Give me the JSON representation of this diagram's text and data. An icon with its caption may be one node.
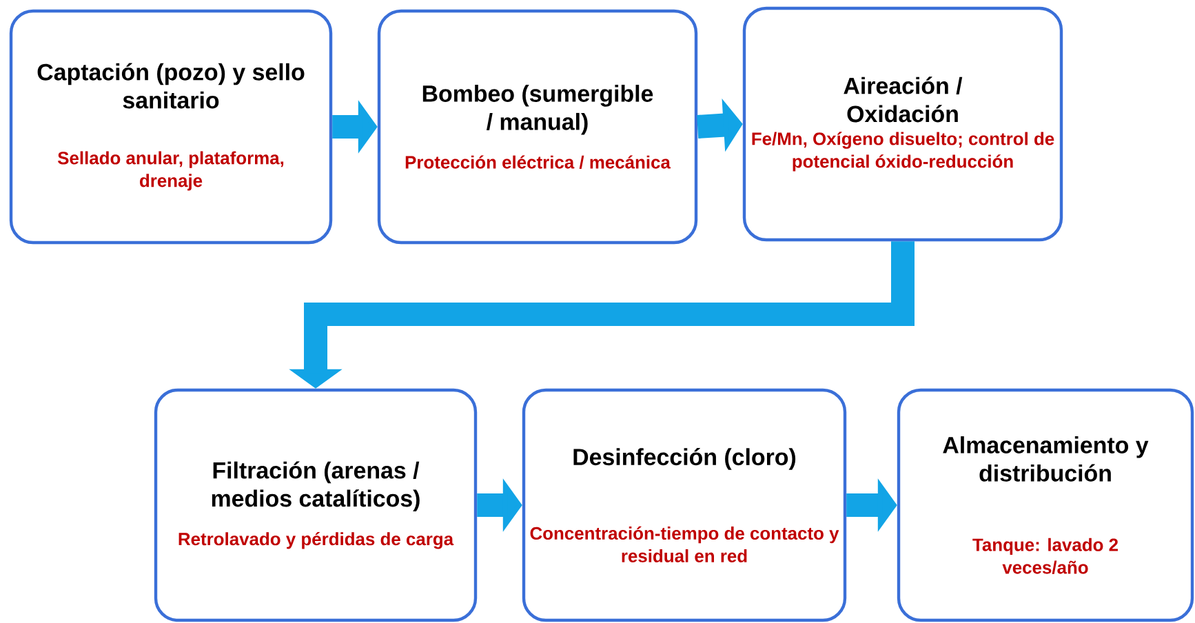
{
  "diagram": {
    "nodes": [
      {
        "text": [
          "Captación (pozo) y sello sanitario",
          "Sellado anular, plataforma, drenaje"
        ]
      },
      {
        "text": [
          "Bombeo (sumergible / manual)",
          "Protección eléctrica / mecánica"
        ]
      },
      {
        "text": [
          "Aireación / Oxidación",
          "Fe/Mn, Oxígeno disuelto; control de potencial óxido-reducción"
        ]
      },
      {
        "text": [
          "Filtración (arenas / medios catalíticos)",
          "Retrolavado y pérdidas de carga"
        ]
      },
      {
        "text": [
          "Desinfección (cloro)",
          "Concentración-tiempo de contacto y residual en red"
        ]
      },
      {
        "text": [
          "Almacenamiento y distribución",
          "Tanque: lavado 2 veces/año"
        ]
      }
    ],
    "edges": [
      {
        "from": 0,
        "to": 1,
        "arrow": "to"
      },
      {
        "from": 1,
        "to": 2,
        "arrow": "to"
      },
      {
        "from": 2,
        "to": 3,
        "arrow": "to"
      },
      {
        "from": 3,
        "to": 4,
        "arrow": "to"
      },
      {
        "from": 4,
        "to": 5,
        "arrow": "to"
      }
    ]
  }
}
